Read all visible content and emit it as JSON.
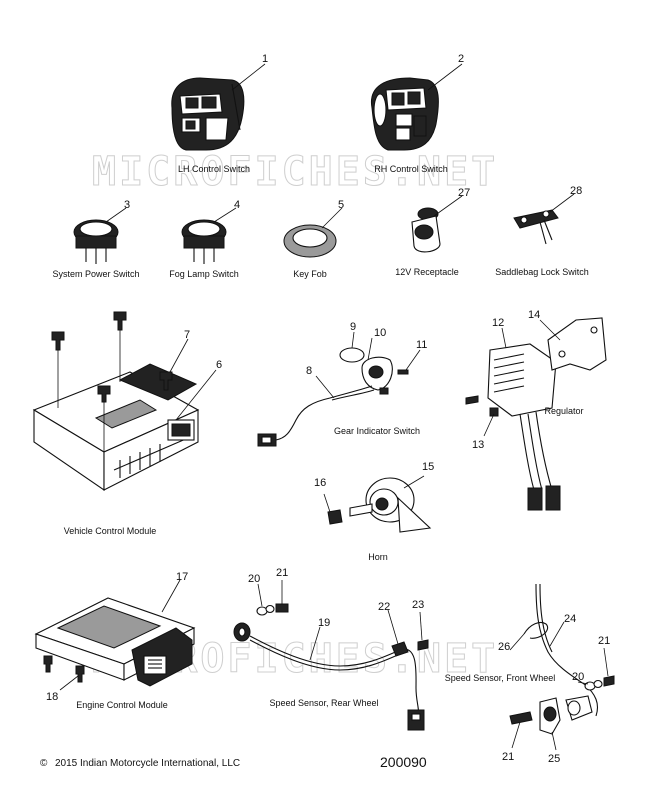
{
  "watermark": "MICROFICHES.NET",
  "parts": [
    {
      "id": "lh-control-switch",
      "num": "1",
      "label": "LH Control Switch"
    },
    {
      "id": "rh-control-switch",
      "num": "2",
      "label": "RH Control Switch"
    },
    {
      "id": "system-power-switch",
      "num": "3",
      "label": "System Power Switch"
    },
    {
      "id": "fog-lamp-switch",
      "num": "4",
      "label": "Fog Lamp Switch"
    },
    {
      "id": "key-fob",
      "num": "5",
      "label": "Key Fob"
    },
    {
      "id": "12v-receptacle",
      "num": "27",
      "label": "12V Receptacle"
    },
    {
      "id": "saddlebag-lock-switch",
      "num": "28",
      "label": "Saddlebag Lock Switch"
    },
    {
      "id": "vehicle-control-module",
      "num": "6",
      "label": "Vehicle Control Module"
    },
    {
      "id": "gear-indicator-switch",
      "num": "8",
      "label": "Gear Indicator Switch"
    },
    {
      "id": "regulator",
      "num": "12",
      "label": "Regulator"
    },
    {
      "id": "horn",
      "num": "15",
      "label": "Horn"
    },
    {
      "id": "engine-control-module",
      "num": "17",
      "label": "Engine Control Module"
    },
    {
      "id": "speed-sensor-rear-wheel",
      "num": "19",
      "label": "Speed Sensor, Rear Wheel"
    },
    {
      "id": "speed-sensor-front-wheel",
      "num": "24",
      "label": "Speed Sensor, Front Wheel"
    }
  ],
  "callouts": [
    "1",
    "2",
    "3",
    "4",
    "5",
    "27",
    "28",
    "7",
    "6",
    "9",
    "10",
    "11",
    "8",
    "12",
    "14",
    "13",
    "16",
    "15",
    "17",
    "18",
    "20",
    "21",
    "19",
    "22",
    "23",
    "26",
    "24",
    "21",
    "20",
    "21",
    "25"
  ],
  "footer": {
    "copyright": "2015 Indian Motorcycle International, LLC",
    "copyright_symbol": "©",
    "diagram_number": "200090"
  }
}
